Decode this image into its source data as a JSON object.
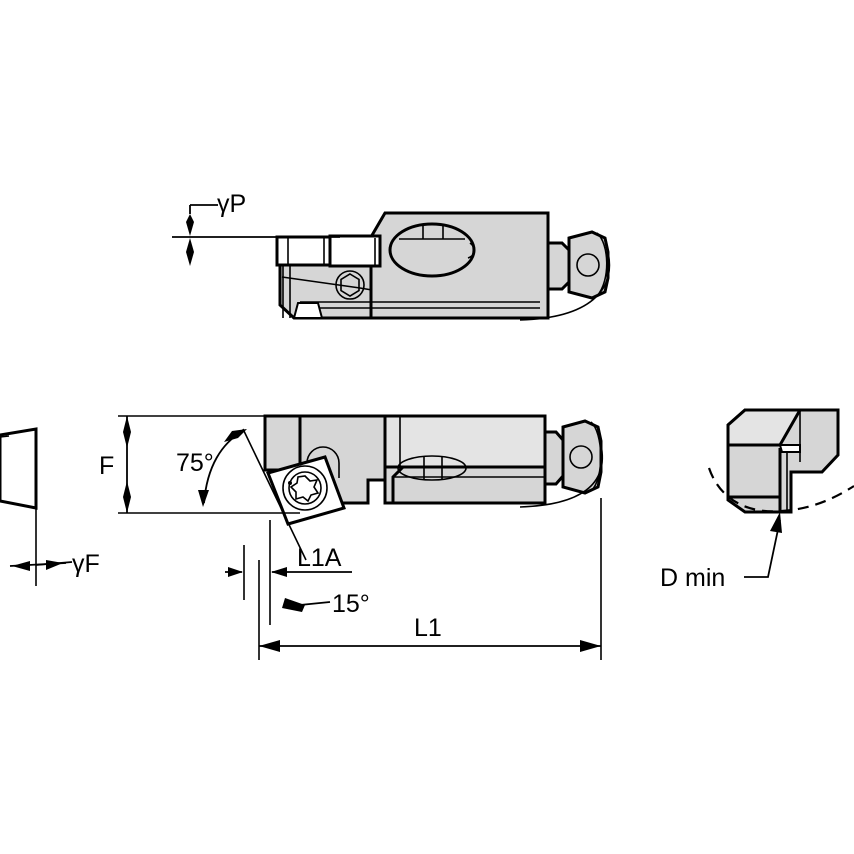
{
  "drawing": {
    "title": "Indexable boring bar cartridge — technical dimension drawing",
    "background_color": "#ffffff",
    "line_color": "#000000",
    "metal_fill_color": "#d6d6d6",
    "metal_light_fill_color": "#e4e4e4",
    "white_face_color": "#ffffff"
  },
  "views": {
    "top": {
      "name": "top-view",
      "labels": {
        "rake_angle_p": "γP"
      }
    },
    "side": {
      "name": "side-view",
      "labels": {
        "height_f": "F",
        "lead_angle": "75°",
        "lead_angle_value": "75",
        "lead_angle_unit": "°",
        "insert_offset": "L1A",
        "clearance_angle": "15°",
        "clearance_angle_value": "15",
        "clearance_angle_unit": "°",
        "overall_length": "L1"
      }
    },
    "insert_end": {
      "name": "insert-end-view",
      "labels": {
        "rake_angle_f": "γF"
      }
    },
    "detail": {
      "name": "d-min-detail-view",
      "labels": {
        "min_bore_diameter": "D min"
      }
    }
  },
  "annotations": [
    {
      "id": "gamma-p",
      "text": "γP",
      "view": "top-view",
      "kind": "angle-callout"
    },
    {
      "id": "gamma-f",
      "text": "γF",
      "view": "insert-end-view",
      "kind": "angle-callout"
    },
    {
      "id": "f-height",
      "text": "F",
      "view": "side-view",
      "kind": "linear-dimension"
    },
    {
      "id": "angle-75",
      "text": "75°",
      "view": "side-view",
      "kind": "angular-dimension"
    },
    {
      "id": "l1a",
      "text": "L1A",
      "view": "side-view",
      "kind": "linear-dimension"
    },
    {
      "id": "angle-15",
      "text": "15°",
      "view": "side-view",
      "kind": "angular-dimension"
    },
    {
      "id": "l1",
      "text": "L1",
      "view": "side-view",
      "kind": "linear-dimension"
    },
    {
      "id": "d-min",
      "text": "D min",
      "view": "d-min-detail-view",
      "kind": "leader-callout"
    }
  ]
}
